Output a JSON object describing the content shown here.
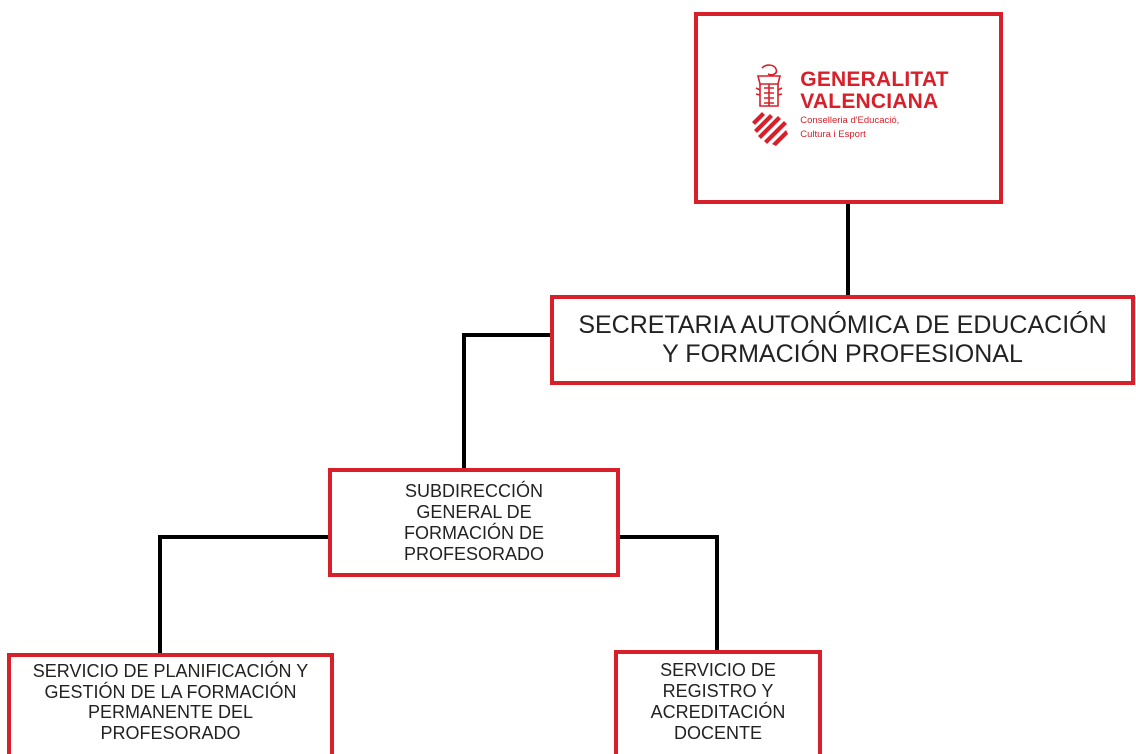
{
  "organization": {
    "logo": {
      "name_line1": "GENERALITAT",
      "name_line2": "VALENCIANA",
      "sub_line1": "Conselleria d'Educació,",
      "sub_line2": "Cultura i Esport"
    },
    "secretaria": [
      "SECRETARIA AUTONÓMICA DE EDUCACIÓN",
      "Y FORMACIÓN PROFESIONAL"
    ],
    "subdireccion": [
      "SUBDIRECCIÓN",
      "GENERAL DE",
      "FORMACIÓN DE",
      "PROFESORADO"
    ],
    "planificacion": [
      "SERVICIO DE PLANIFICACIÓN Y",
      "GESTIÓN DE LA FORMACIÓN",
      "PERMANENTE DEL",
      "PROFESORADO"
    ],
    "registro": [
      "SERVICIO DE",
      "REGISTRO Y",
      "ACREDITACIÓN",
      "DOCENTE"
    ]
  },
  "colors": {
    "box_border": "#d8202a",
    "connector": "#000000",
    "brand": "#d8202a",
    "text": "#222222"
  }
}
